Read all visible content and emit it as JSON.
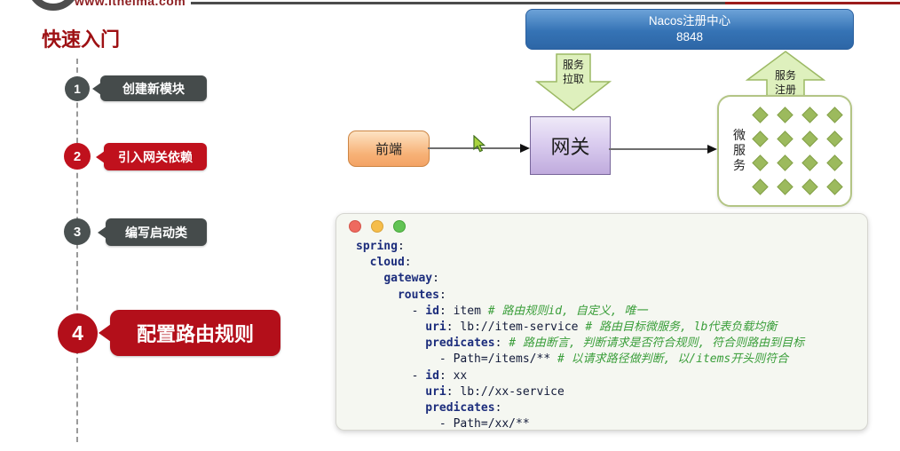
{
  "header": {
    "site_url": "www.itheima.com"
  },
  "title": "快速入门",
  "steps": [
    {
      "num": "1",
      "label": "创建新模块"
    },
    {
      "num": "2",
      "label": "引入网关依赖"
    },
    {
      "num": "3",
      "label": "编写启动类"
    },
    {
      "num": "4",
      "label": "配置路由规则"
    }
  ],
  "diagram": {
    "nacos_title": "Nacos注册中心",
    "nacos_port": "8848",
    "pull_arrow_label": "服务拉取",
    "register_arrow_label": "服务注册",
    "frontend_label": "前端",
    "gateway_label": "网关",
    "microservice_label": "微服务",
    "diamond_count": 16
  },
  "colors": {
    "accent_red": "#b30f1a",
    "step_gray": "#454b4b",
    "nacos_blue": "#3573b5",
    "arrow_green_fill": "#def0bd",
    "arrow_green_border": "#9cb964",
    "frontend_orange": "#f3a365",
    "gateway_purple": "#c0abdd",
    "diamond_green": "#9cba5d",
    "code_key": "#1c2d7c",
    "code_comment": "#3a9e3a"
  },
  "code": {
    "lines": [
      [
        {
          "t": "k",
          "s": "spring"
        },
        {
          "t": "p",
          "s": ":"
        }
      ],
      [
        {
          "t": "p",
          "s": "  "
        },
        {
          "t": "k",
          "s": "cloud"
        },
        {
          "t": "p",
          "s": ":"
        }
      ],
      [
        {
          "t": "p",
          "s": "    "
        },
        {
          "t": "k",
          "s": "gateway"
        },
        {
          "t": "p",
          "s": ":"
        }
      ],
      [
        {
          "t": "p",
          "s": "      "
        },
        {
          "t": "k",
          "s": "routes"
        },
        {
          "t": "p",
          "s": ":"
        }
      ],
      [
        {
          "t": "p",
          "s": "        - "
        },
        {
          "t": "k",
          "s": "id"
        },
        {
          "t": "p",
          "s": ": item "
        },
        {
          "t": "c",
          "s": "# 路由规则id, 自定义, 唯一"
        }
      ],
      [
        {
          "t": "p",
          "s": "          "
        },
        {
          "t": "k",
          "s": "uri"
        },
        {
          "t": "p",
          "s": ": lb://item-service "
        },
        {
          "t": "c",
          "s": "# 路由目标微服务, lb代表负载均衡"
        }
      ],
      [
        {
          "t": "p",
          "s": "          "
        },
        {
          "t": "k",
          "s": "predicates"
        },
        {
          "t": "p",
          "s": ": "
        },
        {
          "t": "c",
          "s": "# 路由断言, 判断请求是否符合规则, 符合则路由到目标"
        }
      ],
      [
        {
          "t": "p",
          "s": "            - Path=/items/** "
        },
        {
          "t": "c",
          "s": "# 以请求路径做判断, 以/items开头则符合"
        }
      ],
      [
        {
          "t": "p",
          "s": "        - "
        },
        {
          "t": "k",
          "s": "id"
        },
        {
          "t": "p",
          "s": ": xx"
        }
      ],
      [
        {
          "t": "p",
          "s": "          "
        },
        {
          "t": "k",
          "s": "uri"
        },
        {
          "t": "p",
          "s": ": lb://xx-service"
        }
      ],
      [
        {
          "t": "p",
          "s": "          "
        },
        {
          "t": "k",
          "s": "predicates"
        },
        {
          "t": "p",
          "s": ":"
        }
      ],
      [
        {
          "t": "p",
          "s": "            - Path=/xx/**"
        }
      ]
    ]
  }
}
